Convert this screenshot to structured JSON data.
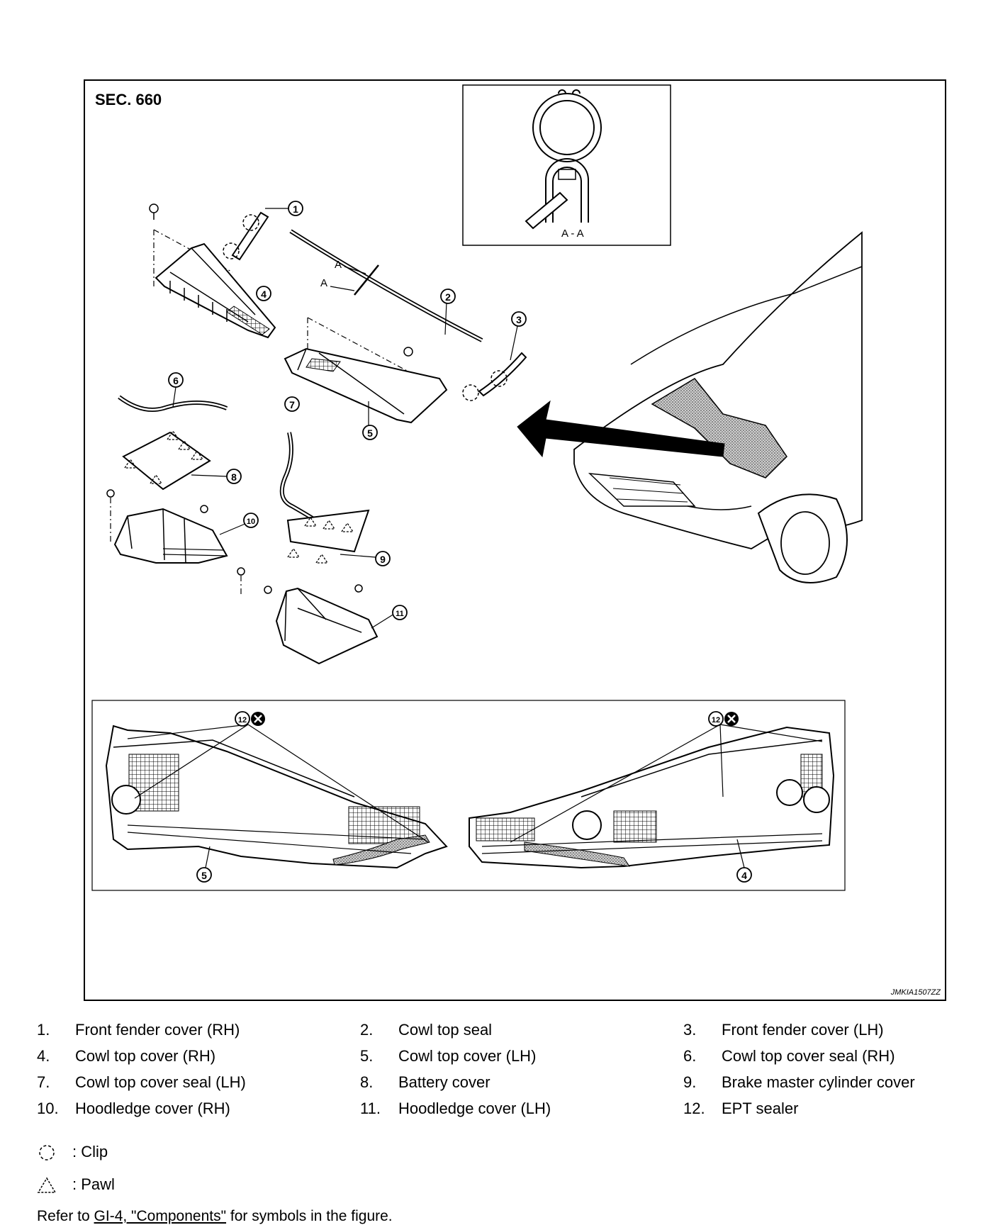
{
  "figure": {
    "section_label": "SEC. 660",
    "figure_id": "JMKIA1507ZZ",
    "section_view_label": "A - A",
    "cut_line_labels": [
      "A",
      "A"
    ],
    "callouts": [
      "1",
      "2",
      "3",
      "4",
      "5",
      "6",
      "7",
      "8",
      "9",
      "10",
      "11",
      "12"
    ]
  },
  "legend": {
    "items": [
      {
        "num": "1.",
        "text": "Front fender cover (RH)"
      },
      {
        "num": "2.",
        "text": "Cowl top seal"
      },
      {
        "num": "3.",
        "text": "Front fender cover (LH)"
      },
      {
        "num": "4.",
        "text": "Cowl top cover (RH)"
      },
      {
        "num": "5.",
        "text": "Cowl top cover (LH)"
      },
      {
        "num": "6.",
        "text": "Cowl top cover seal (RH)"
      },
      {
        "num": "7.",
        "text": "Cowl top cover seal (LH)"
      },
      {
        "num": "8.",
        "text": "Battery cover"
      },
      {
        "num": "9.",
        "text": "Brake master cylinder cover"
      },
      {
        "num": "10.",
        "text": "Hoodledge cover (RH)"
      },
      {
        "num": "11.",
        "text": "Hoodledge cover (LH)"
      },
      {
        "num": "12.",
        "text": "EPT sealer"
      }
    ],
    "symbols": [
      {
        "icon": "clip-symbol-icon",
        "text": ": Clip"
      },
      {
        "icon": "pawl-symbol-icon",
        "text": ": Pawl"
      }
    ],
    "refer": {
      "prefix": "Refer to ",
      "link": "GI-4, \"Components\"",
      "suffix": " for symbols in the figure."
    }
  }
}
